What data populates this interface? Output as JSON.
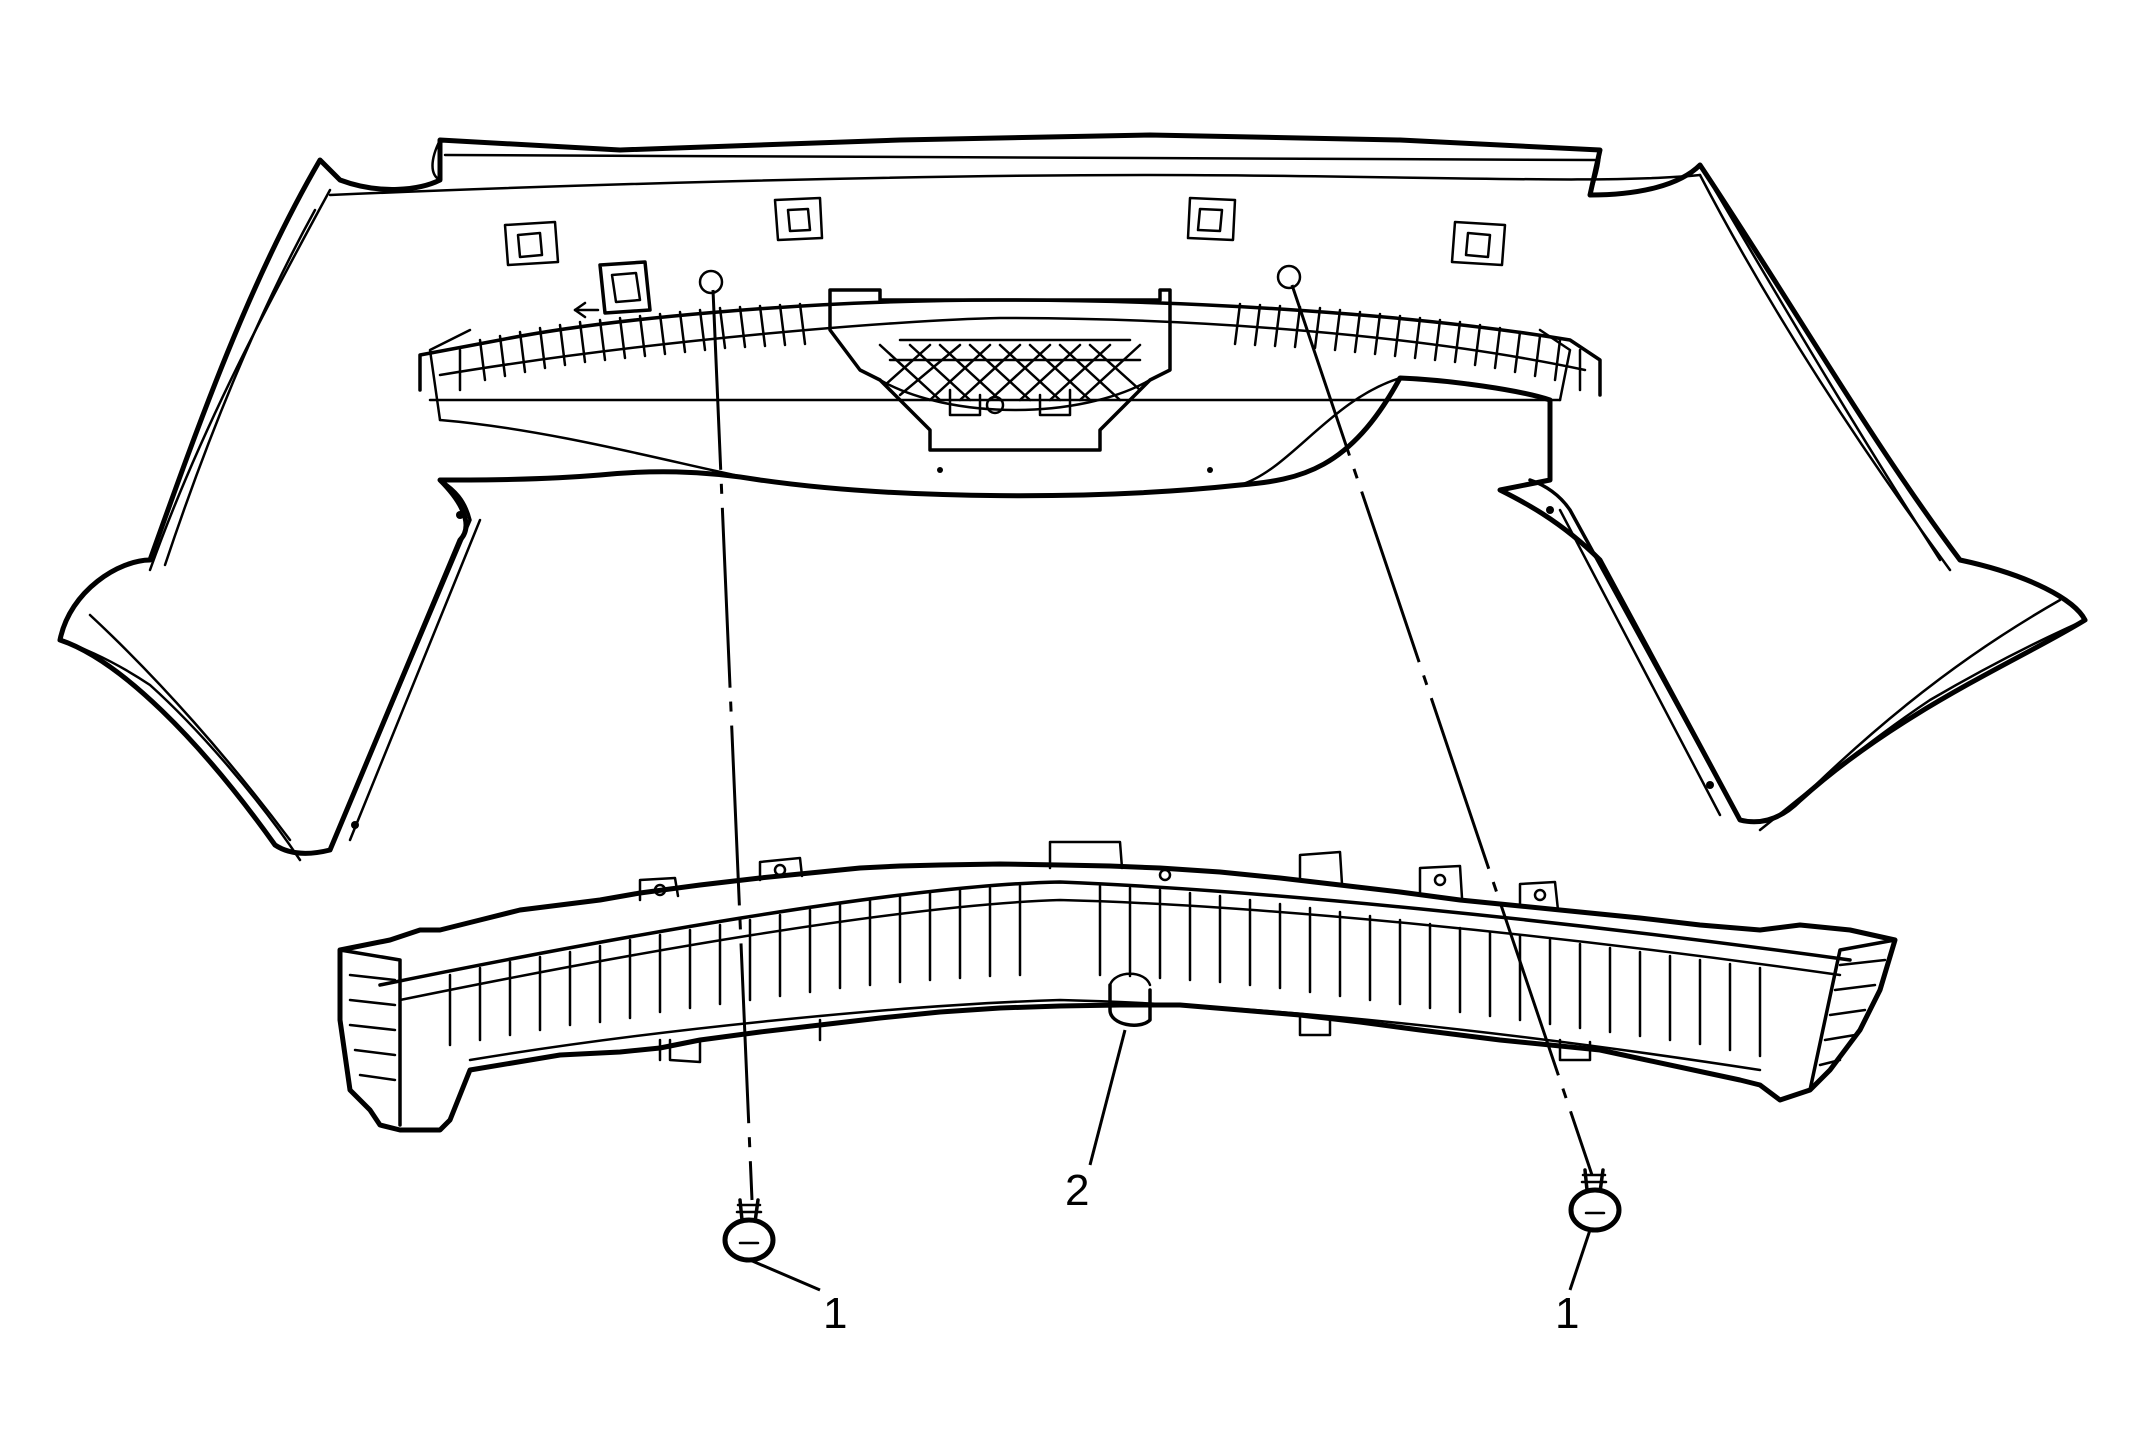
{
  "callouts": [
    {
      "id": "fastener-left",
      "label": "1"
    },
    {
      "id": "absorber",
      "label": "2"
    },
    {
      "id": "fastener-right",
      "label": "1"
    }
  ]
}
